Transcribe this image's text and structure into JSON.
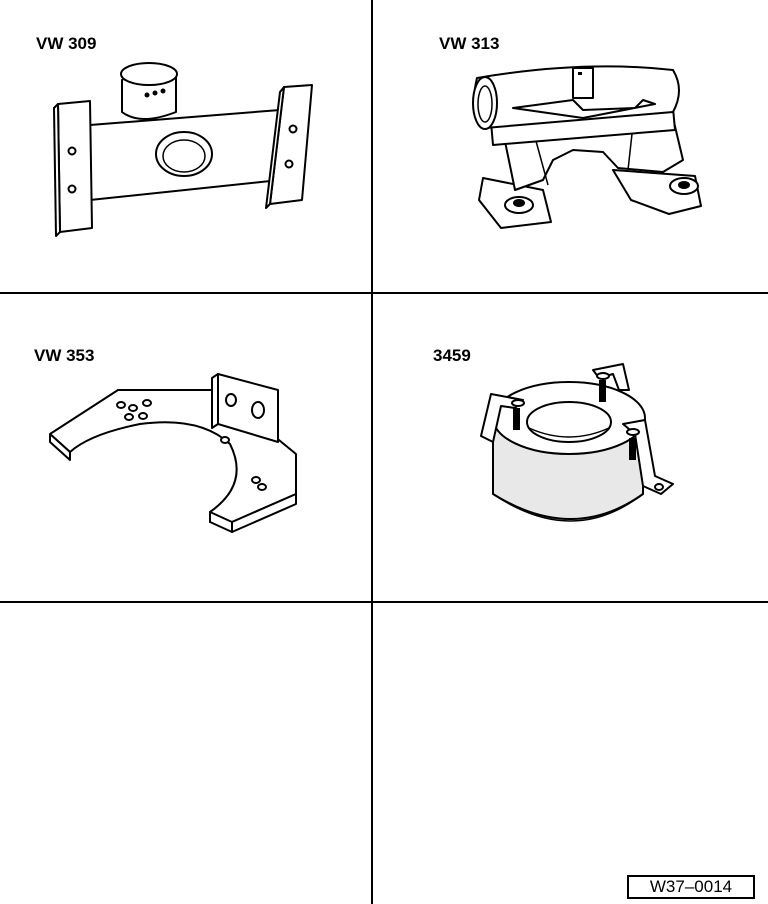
{
  "cells": [
    {
      "label": "VW 309"
    },
    {
      "label": "VW 313"
    },
    {
      "label": "VW 353"
    },
    {
      "label": "3459"
    }
  ],
  "reference": "W37–0014"
}
